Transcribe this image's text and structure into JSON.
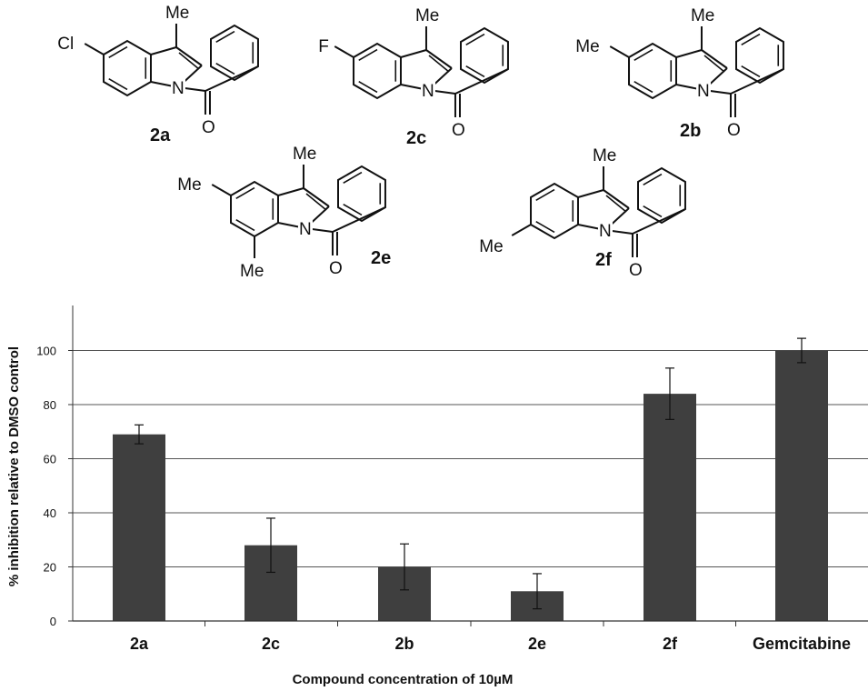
{
  "structures": [
    {
      "id": "2a",
      "substituents": [
        "Cl",
        "Me"
      ],
      "n_label": "N",
      "o_label": "O"
    },
    {
      "id": "2c",
      "substituents": [
        "F",
        "Me"
      ],
      "n_label": "N",
      "o_label": "O"
    },
    {
      "id": "2b",
      "substituents": [
        "Me",
        "Me"
      ],
      "n_label": "N",
      "o_label": "O"
    },
    {
      "id": "2e",
      "substituents": [
        "Me",
        "Me",
        "Me"
      ],
      "n_label": "N",
      "o_label": "O"
    },
    {
      "id": "2f",
      "substituents": [
        "Me",
        "Me"
      ],
      "n_label": "N",
      "o_label": "O"
    }
  ],
  "chart_data": {
    "type": "bar",
    "categories": [
      "2a",
      "2c",
      "2b",
      "2e",
      "2f",
      "Gemcitabine"
    ],
    "values": [
      69,
      28,
      20,
      11,
      84,
      100
    ],
    "errors": [
      3.5,
      10,
      8.5,
      6.5,
      9.5,
      4.5
    ],
    "title": "",
    "xlabel": "Compound concentration of 10µM",
    "ylabel": "% inhibition relative to DMSO control",
    "ylim": [
      0,
      120
    ],
    "yticks": [
      0,
      20,
      40,
      60,
      80,
      100
    ],
    "grid": true,
    "bar_color": "#3f3f3f"
  }
}
